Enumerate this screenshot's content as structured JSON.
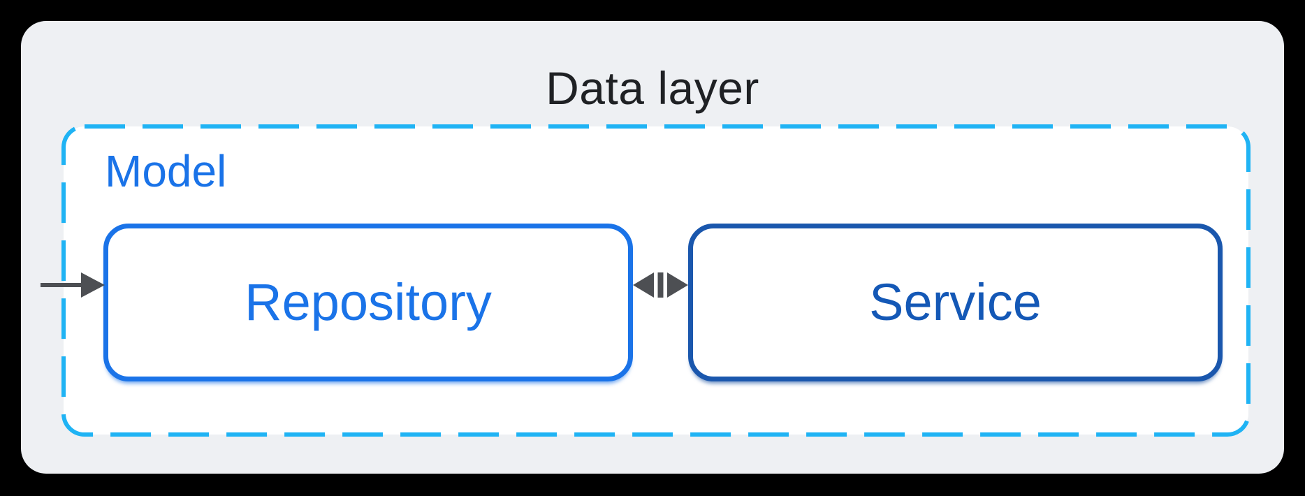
{
  "diagram": {
    "title": "Data layer",
    "group": {
      "label": "Model",
      "nodes": [
        {
          "id": "repository",
          "label": "Repository"
        },
        {
          "id": "service",
          "label": "Service"
        }
      ]
    },
    "connectors": [
      {
        "name": "inbound-arrow",
        "type": "arrow-right",
        "from": "outside",
        "to": "repository"
      },
      {
        "name": "repository-service-arrow",
        "type": "arrow-double-horizontal",
        "from": "repository",
        "to": "service"
      }
    ],
    "colors": {
      "page_background": "#000000",
      "card_background": "#eef0f3",
      "title_text": "#1f2124",
      "group_dashed_border": "#1fb3f4",
      "group_inner_background": "#ffffff",
      "group_label_text": "#1a73e8",
      "repository_border": "#1a73e8",
      "repository_text": "#1a73e8",
      "service_border": "#1a57ad",
      "service_text": "#1458b6",
      "arrow": "#4d4f53"
    }
  }
}
